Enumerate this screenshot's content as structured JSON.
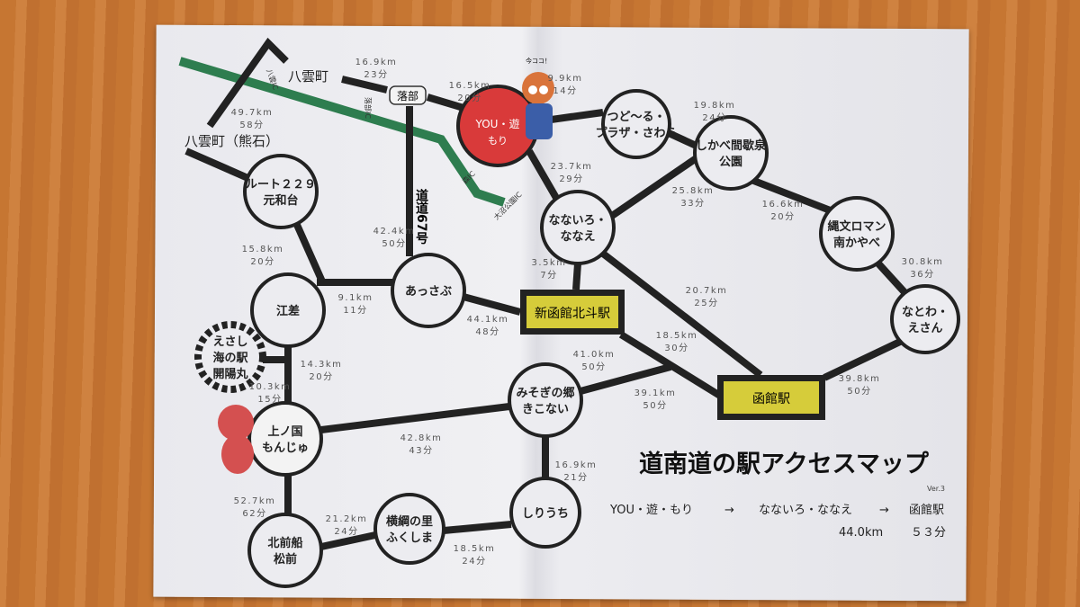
{
  "title": "道南道の駅アクセスマップ",
  "version": "Ver.3",
  "route": {
    "from": "YOU・遊・もり",
    "arrow1": "→",
    "via": "なないろ・ななえ",
    "arrow2": "→",
    "to": "函館駅",
    "distance": "44.0km",
    "time": "５３分"
  },
  "places": {
    "yakumo": "八雲町",
    "kumaishi": "八雲町（熊石）",
    "otoshibe": "落部",
    "road67": "道道67号",
    "yakumo_ic": "八雲IC",
    "otoshibe_ic": "落部IC",
    "mori_ic": "森IC",
    "onuma_ic": "大沼公園IC"
  },
  "mascot_bubble": "今ココ！",
  "nodes": [
    {
      "l1": "YOU・遊",
      "l2": "もり"
    },
    {
      "l1": "つど〜る・",
      "l2": "プラザ・さわら"
    },
    {
      "l1": "しかべ間歇泉",
      "l2": "公園"
    },
    {
      "l1": "なないろ・",
      "l2": "ななえ"
    },
    {
      "l1": "縄文ロマン",
      "l2": "南かやべ"
    },
    {
      "l1": "なとわ・",
      "l2": "えさん"
    },
    {
      "l1": "あっさぶ",
      "l2": ""
    },
    {
      "l1": "江差",
      "l2": ""
    },
    {
      "l1": "ルート２２９",
      "l2": "元和台"
    },
    {
      "l1": "えさし",
      "l2": "海の駅",
      "l3": "開陽丸"
    },
    {
      "l1": "上ノ国",
      "l2": "もんじゅ"
    },
    {
      "l1": "みそぎの郷",
      "l2": "きこない"
    },
    {
      "l1": "しりうち",
      "l2": ""
    },
    {
      "l1": "横綱の里",
      "l2": "ふくしま"
    },
    {
      "l1": "北前船",
      "l2": "松前"
    }
  ],
  "stations": [
    {
      "label": "新函館北斗駅"
    },
    {
      "label": "函館駅"
    }
  ],
  "edges": [
    {
      "km": "16.9km",
      "min": "23分"
    },
    {
      "km": "16.5km",
      "min": "20分"
    },
    {
      "km": "49.7km",
      "min": "58分"
    },
    {
      "km": "9.9km",
      "min": "14分"
    },
    {
      "km": "19.8km",
      "min": "24分"
    },
    {
      "km": "23.7km",
      "min": "29分"
    },
    {
      "km": "25.8km",
      "min": "33分"
    },
    {
      "km": "16.6km",
      "min": "20分"
    },
    {
      "km": "42.4km",
      "min": "50分"
    },
    {
      "km": "15.8km",
      "min": "20分"
    },
    {
      "km": "3.5km",
      "min": "7分"
    },
    {
      "km": "30.8km",
      "min": "36分"
    },
    {
      "km": "20.7km",
      "min": "25分"
    },
    {
      "km": "9.1km",
      "min": "11分"
    },
    {
      "km": "44.1km",
      "min": "48分"
    },
    {
      "km": "18.5km",
      "min": "30分"
    },
    {
      "km": "14.3km",
      "min": "20分"
    },
    {
      "km": "41.0km",
      "min": "50分"
    },
    {
      "km": "39.1km",
      "min": "50分"
    },
    {
      "km": "39.8km",
      "min": "50分"
    },
    {
      "km": "10.3km",
      "min": "15分"
    },
    {
      "km": "42.8km",
      "min": "43分"
    },
    {
      "km": "16.9km",
      "min": "21分"
    },
    {
      "km": "52.7km",
      "min": "62分"
    },
    {
      "km": "21.2km",
      "min": "24分"
    },
    {
      "km": "18.5km",
      "min": "24分"
    }
  ],
  "colors": {
    "highway": "#2e7d4f",
    "start_node": "#d93a3a",
    "station": "#d6cc3a",
    "road": "#222222"
  }
}
